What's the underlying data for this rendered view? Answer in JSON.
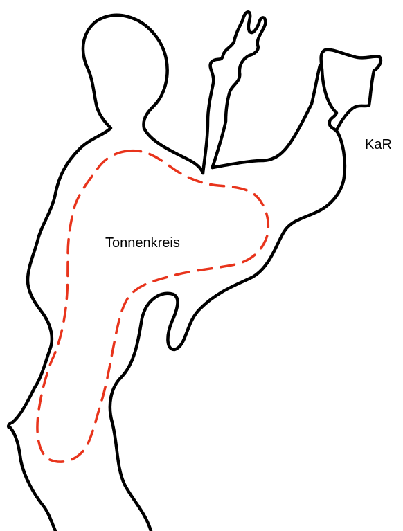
{
  "map": {
    "labels": {
      "tonnenkreis": "Tonnenkreis",
      "kar": "KaR"
    },
    "colors": {
      "background": "#ffffff",
      "outline": "#000000",
      "region_boundary": "#e8341c"
    },
    "features": {
      "outline": "solid black coastline-like outline",
      "region_boundary": "dashed red region boundary"
    }
  }
}
